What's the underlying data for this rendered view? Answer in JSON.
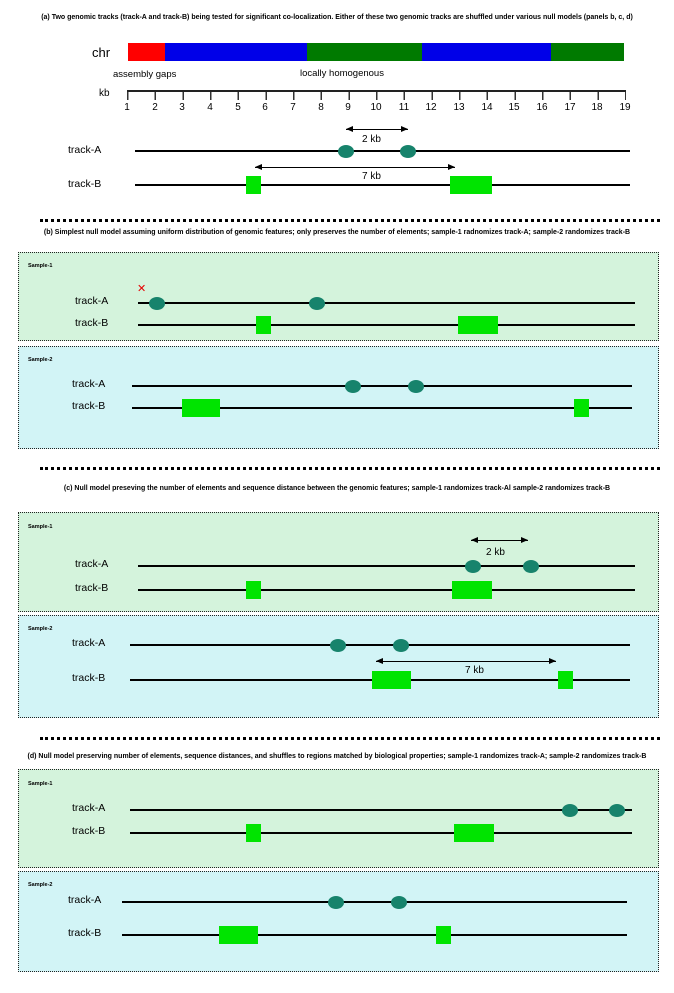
{
  "colors": {
    "teal": "#17836c",
    "feature_green": "#00e400",
    "chr_red": "#ff0000",
    "chr_blue": "#0000e8",
    "chr_green": "#007a00",
    "sample1_bg": "#d4f3dc",
    "sample2_bg": "#d2f4f6",
    "x_red": "#e60000"
  },
  "track_labels": {
    "a": "track-A",
    "b": "track-B"
  },
  "panel_a": {
    "caption": "(a) Two genomic tracks (track-A and track-B) being tested for significant co-localization. Either of these two genomic tracks are shuffled under various null models (panels b, c, d)",
    "chr_label": "chr",
    "assembly_gaps_label": "assembly gaps",
    "locally_homogenous_label": "locally homogenous",
    "chromosome_segments": [
      "chr_red",
      "chr_blue",
      "chr_green",
      "chr_blue",
      "chr_green"
    ],
    "ruler": {
      "unit": "kb",
      "ticks": [
        "1",
        "2",
        "3",
        "4",
        "5",
        "6",
        "7",
        "8",
        "9",
        "10",
        "11",
        "12",
        "13",
        "14",
        "15",
        "16",
        "17",
        "18",
        "19"
      ]
    },
    "distance_a": "2 kb",
    "distance_b": "7 kb",
    "features": {
      "track_a_points_approx_kb": [
        9,
        11
      ],
      "track_b_blocks_approx_kb": [
        5.5,
        13
      ]
    }
  },
  "panel_b": {
    "caption": "(b) Simplest null model assuming uniform distribution of genomic features; only preserves the number of elements; sample-1 radnomizes track-A; sample-2 randomizes track-B",
    "sample1": {
      "label": "Sample-1",
      "x_mark": "✕"
    },
    "sample2": {
      "label": "Sample-2"
    }
  },
  "panel_c": {
    "caption": "(c) Null model preseving the number of elements and sequence distance between the genomic features; sample-1 randomizes track-Al sample-2 randomizes track-B",
    "sample1": {
      "label": "Sample-1",
      "distance_label": "2 kb"
    },
    "sample2": {
      "label": "Sample-2",
      "distance_label": "7 kb"
    }
  },
  "panel_d": {
    "caption": "(d) Null model preserving number of elements, sequence distances, and shuffles to regions matched by biological properties; sample-1 randomizes track-A; sample-2 randomizes track-B",
    "sample1": {
      "label": "Sample-1"
    },
    "sample2": {
      "label": "Sample-2"
    }
  }
}
